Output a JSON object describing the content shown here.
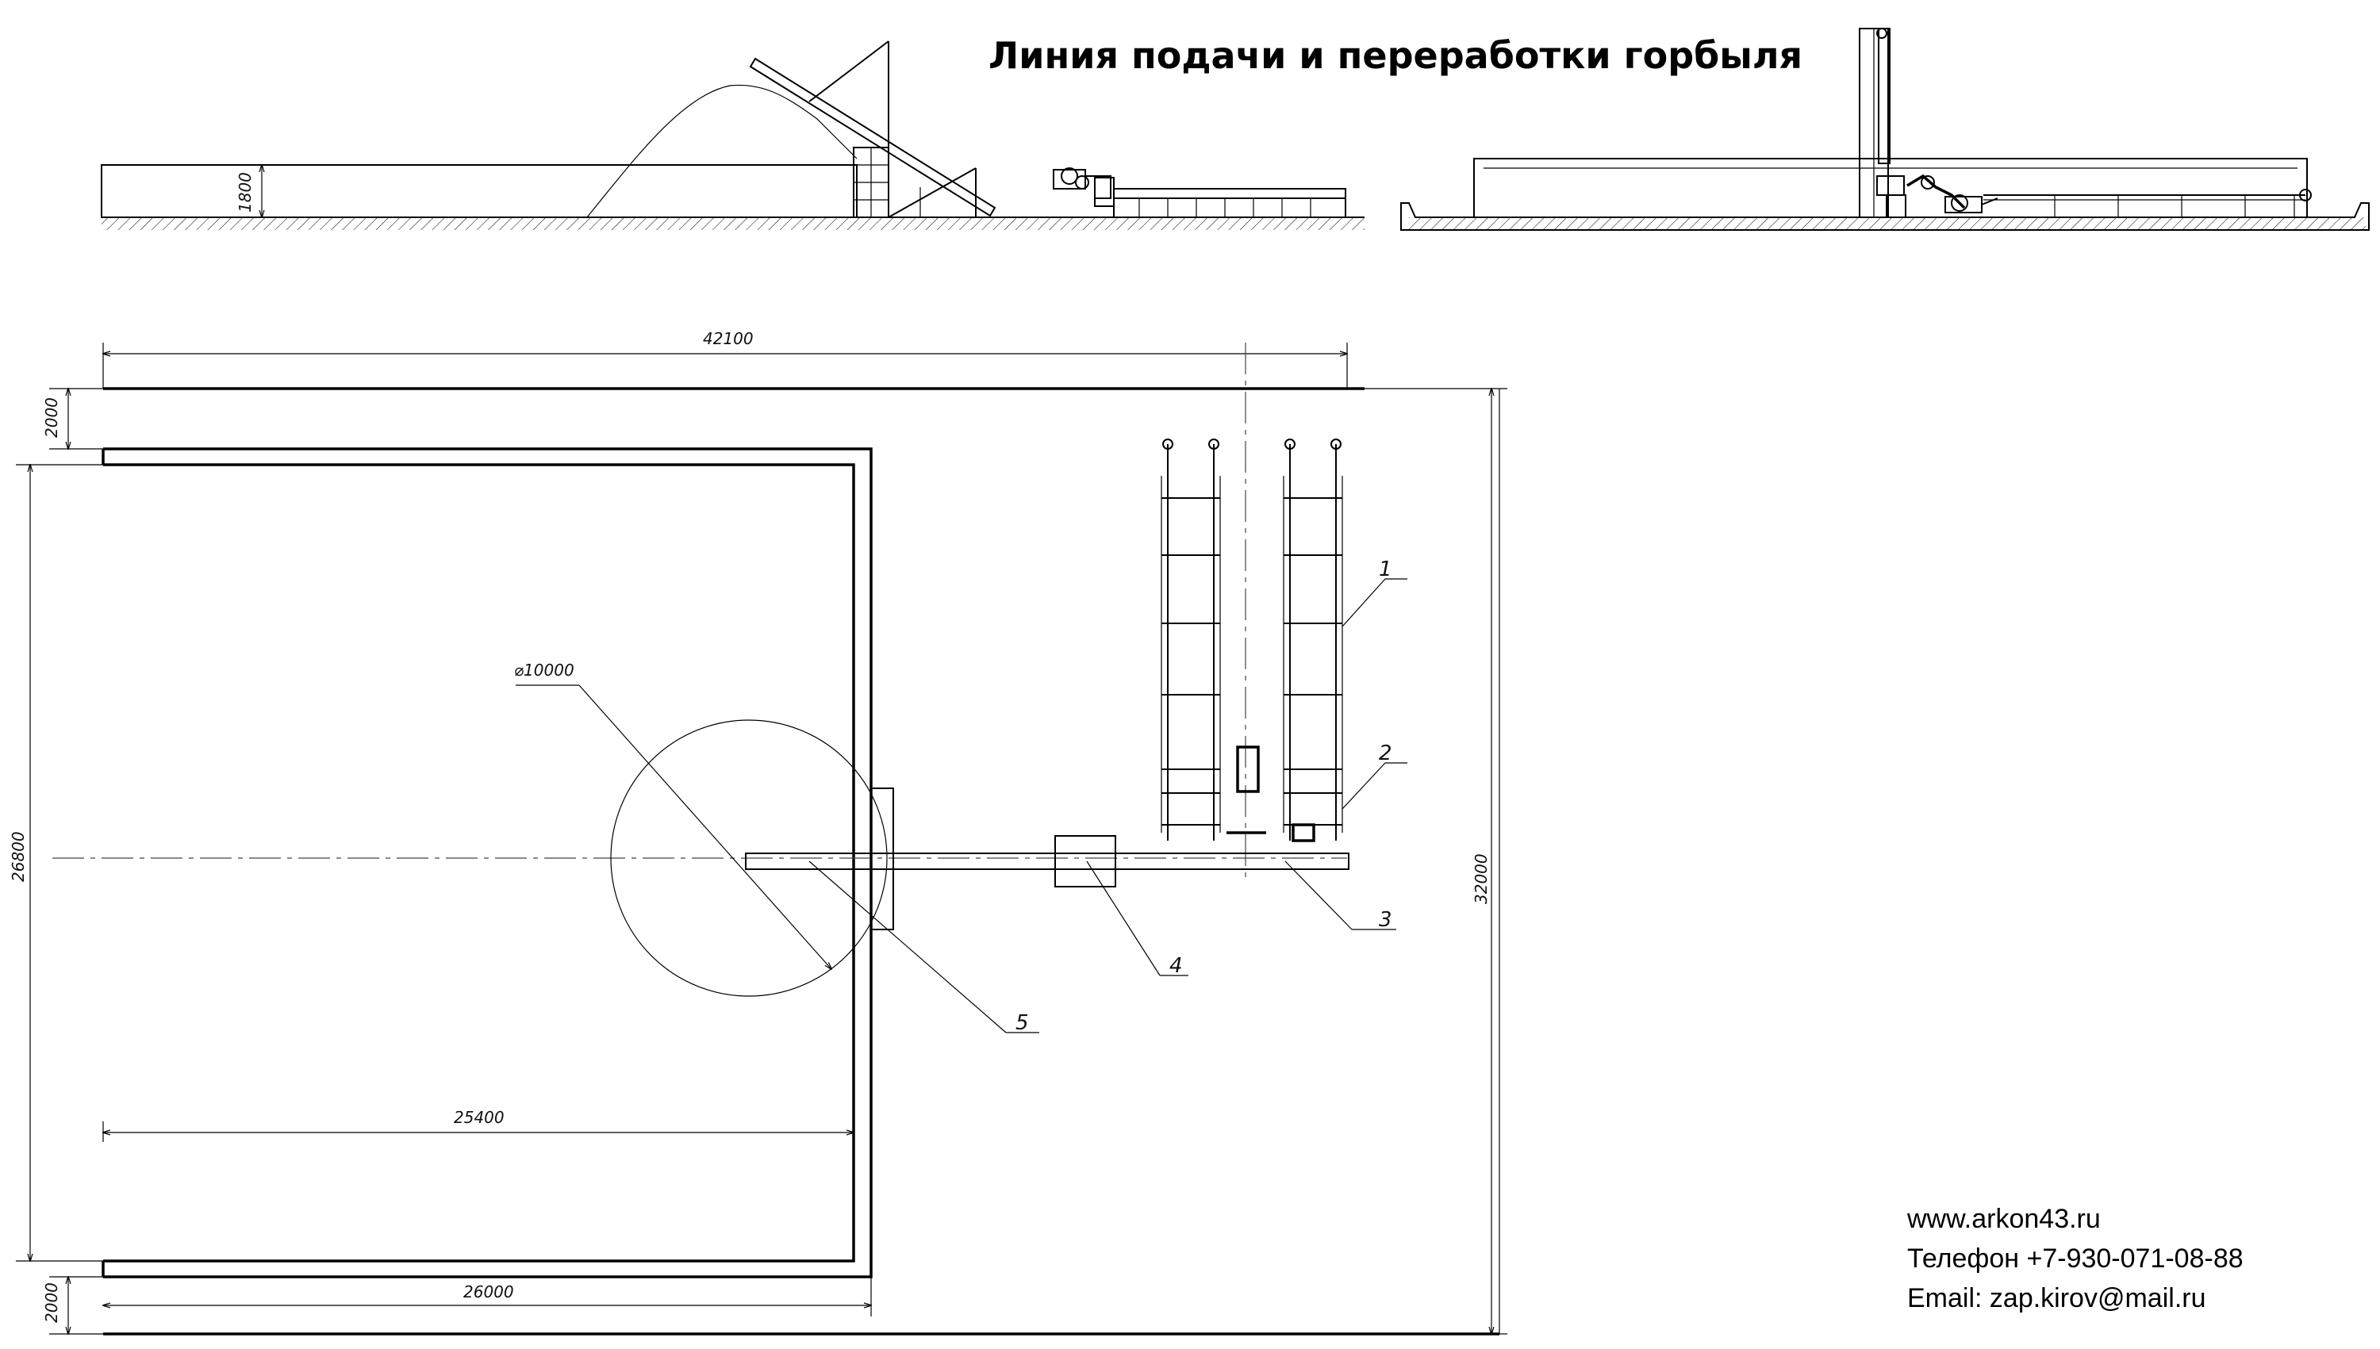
{
  "title": "Линия подачи и переработки горбыля",
  "dimensions": {
    "side_height": "1800",
    "total_length": "42100",
    "top_offset": "2000",
    "bottom_offset": "2000",
    "left_height": "26800",
    "right_height": "32000",
    "circle_diameter": "⌀10000",
    "inner_width": "25400",
    "outer_width": "26000"
  },
  "callouts": [
    "1",
    "2",
    "3",
    "4",
    "5"
  ],
  "contacts": {
    "website": "www.arkon43.ru",
    "phone": "Телефон  +7-930-071-08-88",
    "email": "Email: zap.kirov@mail.ru"
  }
}
